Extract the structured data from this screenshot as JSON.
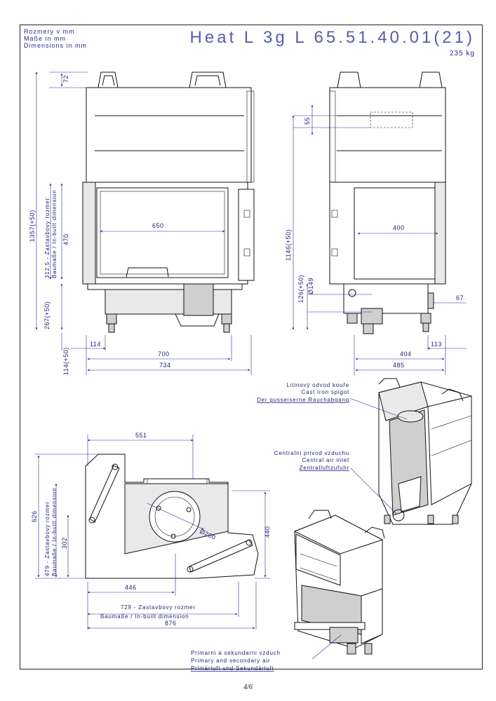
{
  "header": {
    "units_cz": "Rozmery v mm",
    "units_de": "Maße in mm",
    "units_en": "Dimensions in mm",
    "model": "Heat L 3g L 65.51.40.01(21)",
    "weight": "235 kg"
  },
  "front_view": {
    "d72": "72",
    "d1357": "1357(+50)",
    "d312": "312,5 - Zastavbovy rozmer",
    "d312b": "Baumaße / In-built dimension",
    "d470": "470",
    "d650": "650",
    "d267": "267(+50)",
    "d114v": "114(+50)",
    "d114": "114",
    "d700": "700",
    "d734": "734"
  },
  "side_view": {
    "d55": "55",
    "d1146": "1146(+50)",
    "d400": "400",
    "d126": "126(+50)",
    "d149": "Ø149",
    "d67": "67",
    "d113": "113",
    "d404": "404",
    "d485": "485"
  },
  "top_view": {
    "d551": "551",
    "d626": "626",
    "d479": "479 - Zastavbovy rozmer",
    "d479b": "Baumaße / In-built dimension",
    "d302": "302",
    "d200": "Ø200",
    "d440": "440",
    "d446": "446",
    "d729": "729 - Zastavbovy rozmer",
    "d729b": "Baumaße / In-built dimension",
    "d876": "876"
  },
  "callouts": {
    "spigot_cz": "Litinový odvod kouře",
    "spigot_en": "Cast iron spigot",
    "spigot_de": "Der gusseiserne Rauchabgang",
    "air_cz": "Centralni privod vzduchu",
    "air_en": "Central air inlet",
    "air_de": "Zentralluftzufuhr",
    "prim_cz": "Primarni a sekundarni vzduch",
    "prim_en": "Primary and secondary air",
    "prim_de": "Primärluft und Sekundärluft"
  },
  "footer": {
    "page": "4/6"
  }
}
